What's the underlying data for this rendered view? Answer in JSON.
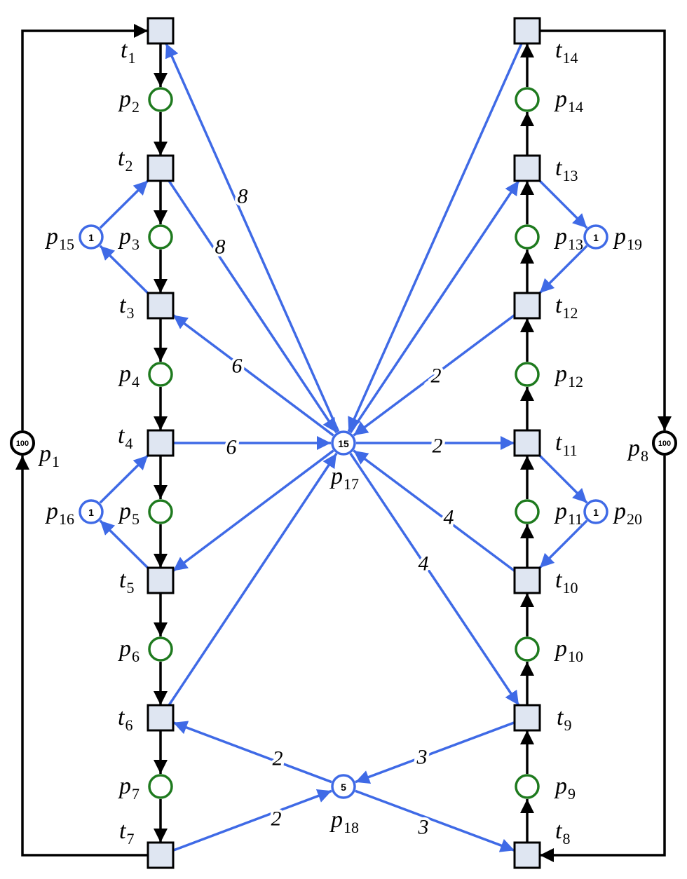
{
  "transitions": [
    {
      "id": "t1",
      "letter": "t",
      "sub": "1"
    },
    {
      "id": "t2",
      "letter": "t",
      "sub": "2"
    },
    {
      "id": "t3",
      "letter": "t",
      "sub": "3"
    },
    {
      "id": "t4",
      "letter": "t",
      "sub": "4"
    },
    {
      "id": "t5",
      "letter": "t",
      "sub": "5"
    },
    {
      "id": "t6",
      "letter": "t",
      "sub": "6"
    },
    {
      "id": "t7",
      "letter": "t",
      "sub": "7"
    },
    {
      "id": "t8",
      "letter": "t",
      "sub": "8"
    },
    {
      "id": "t9",
      "letter": "t",
      "sub": "9"
    },
    {
      "id": "t10",
      "letter": "t",
      "sub": "10"
    },
    {
      "id": "t11",
      "letter": "t",
      "sub": "11"
    },
    {
      "id": "t12",
      "letter": "t",
      "sub": "12"
    },
    {
      "id": "t13",
      "letter": "t",
      "sub": "13"
    },
    {
      "id": "t14",
      "letter": "t",
      "sub": "14"
    }
  ],
  "places": [
    {
      "id": "p1",
      "letter": "p",
      "sub": "1",
      "tokens": "100"
    },
    {
      "id": "p2",
      "letter": "p",
      "sub": "2",
      "tokens": ""
    },
    {
      "id": "p3",
      "letter": "p",
      "sub": "3",
      "tokens": ""
    },
    {
      "id": "p4",
      "letter": "p",
      "sub": "4",
      "tokens": ""
    },
    {
      "id": "p5",
      "letter": "p",
      "sub": "5",
      "tokens": ""
    },
    {
      "id": "p6",
      "letter": "p",
      "sub": "6",
      "tokens": ""
    },
    {
      "id": "p7",
      "letter": "p",
      "sub": "7",
      "tokens": ""
    },
    {
      "id": "p8",
      "letter": "p",
      "sub": "8",
      "tokens": "100"
    },
    {
      "id": "p9",
      "letter": "p",
      "sub": "9",
      "tokens": ""
    },
    {
      "id": "p10",
      "letter": "p",
      "sub": "10",
      "tokens": ""
    },
    {
      "id": "p11",
      "letter": "p",
      "sub": "11",
      "tokens": ""
    },
    {
      "id": "p12",
      "letter": "p",
      "sub": "12",
      "tokens": ""
    },
    {
      "id": "p13",
      "letter": "p",
      "sub": "13",
      "tokens": ""
    },
    {
      "id": "p14",
      "letter": "p",
      "sub": "14",
      "tokens": ""
    },
    {
      "id": "p15",
      "letter": "p",
      "sub": "15",
      "tokens": "1"
    },
    {
      "id": "p16",
      "letter": "p",
      "sub": "16",
      "tokens": "1"
    },
    {
      "id": "p17",
      "letter": "p",
      "sub": "17",
      "tokens": "15"
    },
    {
      "id": "p18",
      "letter": "p",
      "sub": "18",
      "tokens": "5"
    },
    {
      "id": "p19",
      "letter": "p",
      "sub": "19",
      "tokens": "1"
    },
    {
      "id": "p20",
      "letter": "p",
      "sub": "20",
      "tokens": "1"
    }
  ],
  "arcs": [
    {
      "id": "a-p1-t1",
      "weight": ""
    },
    {
      "id": "a-t1-p2",
      "weight": ""
    },
    {
      "id": "a-p2-t2",
      "weight": ""
    },
    {
      "id": "a-t2-p3",
      "weight": ""
    },
    {
      "id": "a-p3-t3",
      "weight": ""
    },
    {
      "id": "a-t3-p4",
      "weight": ""
    },
    {
      "id": "a-p4-t4",
      "weight": ""
    },
    {
      "id": "a-t4-p5",
      "weight": ""
    },
    {
      "id": "a-p5-t5",
      "weight": ""
    },
    {
      "id": "a-t5-p6",
      "weight": ""
    },
    {
      "id": "a-p6-t6",
      "weight": ""
    },
    {
      "id": "a-t6-p7",
      "weight": ""
    },
    {
      "id": "a-p7-t7",
      "weight": ""
    },
    {
      "id": "a-t7-p1",
      "weight": ""
    },
    {
      "id": "a-p8-t8",
      "weight": ""
    },
    {
      "id": "a-t8-p9",
      "weight": ""
    },
    {
      "id": "a-p9-t9",
      "weight": ""
    },
    {
      "id": "a-t9-p10",
      "weight": ""
    },
    {
      "id": "a-p10-t10",
      "weight": ""
    },
    {
      "id": "a-t10-p11",
      "weight": ""
    },
    {
      "id": "a-p11-t11",
      "weight": ""
    },
    {
      "id": "a-t11-p12",
      "weight": ""
    },
    {
      "id": "a-p12-t12",
      "weight": ""
    },
    {
      "id": "a-t12-p13",
      "weight": ""
    },
    {
      "id": "a-p13-t13",
      "weight": ""
    },
    {
      "id": "a-t13-p14",
      "weight": ""
    },
    {
      "id": "a-p14-t14",
      "weight": ""
    },
    {
      "id": "a-t14-p8",
      "weight": ""
    },
    {
      "id": "a-p15-t2",
      "weight": ""
    },
    {
      "id": "a-t3-p15",
      "weight": ""
    },
    {
      "id": "a-p16-t4",
      "weight": ""
    },
    {
      "id": "a-t5-p16",
      "weight": ""
    },
    {
      "id": "a-t13-p19",
      "weight": ""
    },
    {
      "id": "a-p19-t12",
      "weight": ""
    },
    {
      "id": "a-t11-p20",
      "weight": ""
    },
    {
      "id": "a-p20-t10",
      "weight": ""
    },
    {
      "id": "a-p17-t1",
      "weight": "8"
    },
    {
      "id": "a-t2-p17",
      "weight": "8"
    },
    {
      "id": "a-p17-t3",
      "weight": "6"
    },
    {
      "id": "a-t4-p17",
      "weight": "6"
    },
    {
      "id": "a-p17-t5",
      "weight": ""
    },
    {
      "id": "a-t6-p17",
      "weight": ""
    },
    {
      "id": "a-t14-p17",
      "weight": ""
    },
    {
      "id": "a-p17-t13",
      "weight": ""
    },
    {
      "id": "a-t12-p17",
      "weight": "2"
    },
    {
      "id": "a-p17-t11",
      "weight": "2"
    },
    {
      "id": "a-t10-p17",
      "weight": "4"
    },
    {
      "id": "a-p17-t9",
      "weight": "4"
    },
    {
      "id": "a-p18-t6",
      "weight": "2"
    },
    {
      "id": "a-t7-p18",
      "weight": "2"
    },
    {
      "id": "a-t9-p18",
      "weight": "3"
    },
    {
      "id": "a-p18-t8",
      "weight": "3"
    }
  ],
  "colors": {
    "transition_fill": "#dfe6f2",
    "operation_place": "#1e7a1e",
    "resource_place": "#3f6ae6",
    "idle_place": "#000000"
  }
}
